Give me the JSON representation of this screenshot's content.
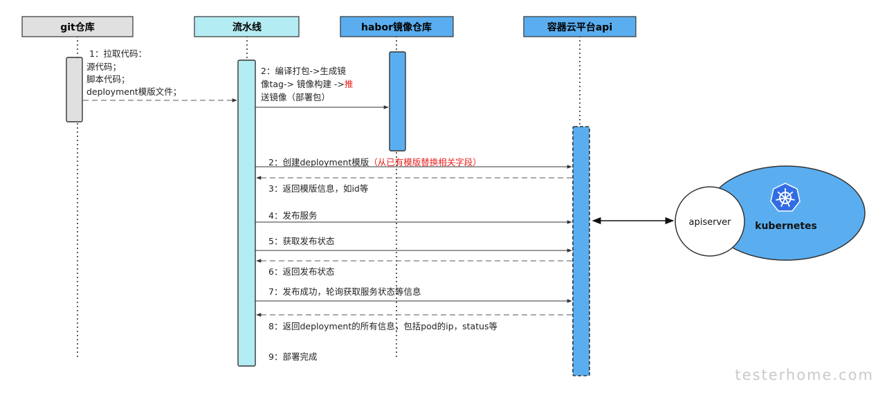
{
  "participants": {
    "git": "git仓库",
    "pipeline": "流水线",
    "habor": "habor镜像仓库",
    "cloud": "容器云平台api"
  },
  "colors": {
    "git": "#e0e0e0",
    "pipeline": "#b3ecf2",
    "habor": "#5aaef0",
    "cloud": "#5aaef0",
    "k8s": "#5aaef0",
    "highlight": "#e8201e"
  },
  "messages": {
    "m1": {
      "l1": "1：拉取代码：",
      "l2": "源代码；",
      "l3": "脚本代码；",
      "l4": "deployment模版文件；"
    },
    "m2": {
      "l1": "2：编译打包->生成镜",
      "l2": "像tag-> 镜像构建 ->",
      "l2_red": "推",
      "l3": "送镜像（部署包）"
    },
    "m3": {
      "text": "2：创建deployment模版",
      "red": "（从已有模版替换相关字段）"
    },
    "m4": "3：返回模版信息，如id等",
    "m5": "4：发布服务",
    "m6": "5：获取发布状态",
    "m7": "6：返回发布状态",
    "m8": "7：发布成功，轮询获取服务状态等信息",
    "m9": "8：返回deployment的所有信息，包括pod的ip，status等",
    "m10": "9：部署完成"
  },
  "k8s": {
    "apiserver": "apiserver",
    "cluster": "kubernetes",
    "logo_icon": "kubernetes-helm-icon"
  },
  "watermark": "testerhome.com"
}
